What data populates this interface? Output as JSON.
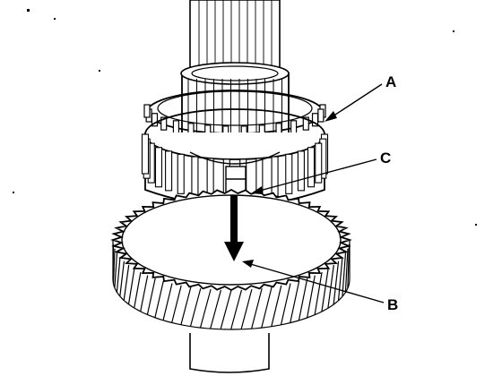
{
  "labels": {
    "a": "A",
    "b": "B",
    "c": "C"
  },
  "colors": {
    "line": "#000000",
    "paper": "#ffffff"
  }
}
